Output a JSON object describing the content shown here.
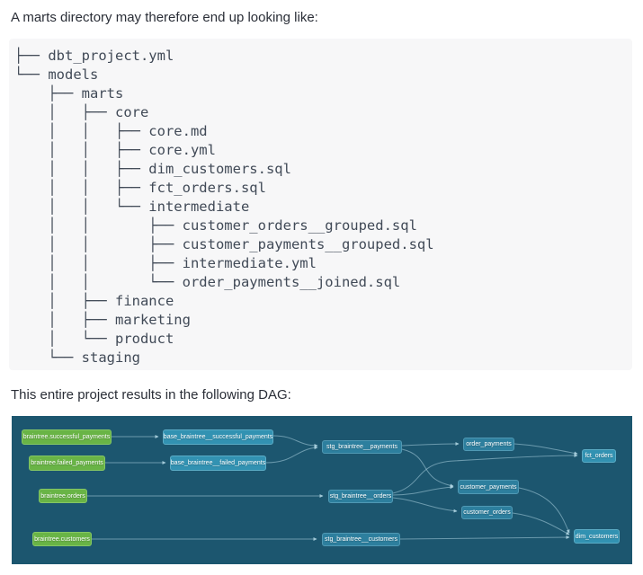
{
  "page": {
    "intro_text": "A marts directory may therefore end up looking like:",
    "dag_intro_text": "This entire project results in the following DAG:"
  },
  "code_block": {
    "content": "├── dbt_project.yml\n└── models\n    ├── marts\n    │   ├── core\n    │   │   ├── core.md\n    │   │   ├── core.yml\n    │   │   ├── dim_customers.sql\n    │   │   ├── fct_orders.sql\n    │   │   └── intermediate\n    │   │       ├── customer_orders__grouped.sql\n    │   │       ├── customer_payments__grouped.sql\n    │   │       ├── intermediate.yml\n    │   │       └── order_payments__joined.sql\n    │   ├── finance\n    │   ├── marketing\n    │   └── product\n    └── staging"
  },
  "dag": {
    "background_color": "#1c566f",
    "node_colors": {
      "source_green": "#69b446",
      "model_blue": "#3292b2",
      "model_teal": "#2d7f9e"
    },
    "edge_color": "#badeeb",
    "nodes": [
      {
        "label": "braintree.successful_payments",
        "type": "source"
      },
      {
        "label": "base_braintree__successful_payments",
        "type": "model"
      },
      {
        "label": "braintree.failed_payments",
        "type": "source"
      },
      {
        "label": "base_braintree__failed_payments",
        "type": "model"
      },
      {
        "label": "stg_braintree__payments",
        "type": "model"
      },
      {
        "label": "order_payments",
        "type": "model"
      },
      {
        "label": "fct_orders",
        "type": "model"
      },
      {
        "label": "customer_payments",
        "type": "model"
      },
      {
        "label": "braintree.orders",
        "type": "source"
      },
      {
        "label": "stg_braintree__orders",
        "type": "model"
      },
      {
        "label": "customer_orders",
        "type": "model"
      },
      {
        "label": "braintree.customers",
        "type": "source"
      },
      {
        "label": "stg_braintree__customers",
        "type": "model"
      },
      {
        "label": "dim_customers",
        "type": "model"
      }
    ],
    "edges": [
      {
        "from": "braintree.successful_payments",
        "to": "base_braintree__successful_payments"
      },
      {
        "from": "braintree.failed_payments",
        "to": "base_braintree__failed_payments"
      },
      {
        "from": "base_braintree__successful_payments",
        "to": "stg_braintree__payments"
      },
      {
        "from": "base_braintree__failed_payments",
        "to": "stg_braintree__payments"
      },
      {
        "from": "braintree.orders",
        "to": "stg_braintree__orders"
      },
      {
        "from": "braintree.customers",
        "to": "stg_braintree__customers"
      },
      {
        "from": "stg_braintree__payments",
        "to": "order_payments"
      },
      {
        "from": "stg_braintree__payments",
        "to": "customer_payments"
      },
      {
        "from": "stg_braintree__orders",
        "to": "fct_orders"
      },
      {
        "from": "stg_braintree__orders",
        "to": "customer_payments"
      },
      {
        "from": "stg_braintree__orders",
        "to": "customer_orders"
      },
      {
        "from": "order_payments",
        "to": "fct_orders"
      },
      {
        "from": "customer_payments",
        "to": "dim_customers"
      },
      {
        "from": "customer_orders",
        "to": "dim_customers"
      },
      {
        "from": "stg_braintree__customers",
        "to": "dim_customers"
      }
    ]
  }
}
